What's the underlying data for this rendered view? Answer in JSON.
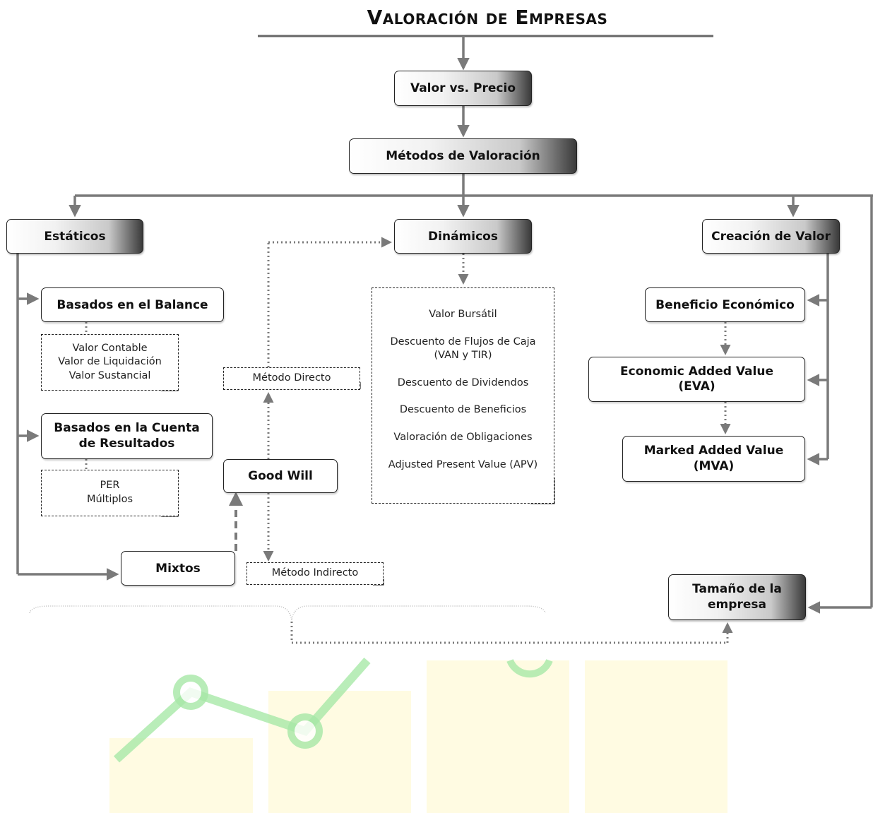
{
  "title": "Valoración de Empresas",
  "nodes": {
    "valor_precio": "Valor vs. Precio",
    "metodos": "Métodos de Valoración",
    "estaticos": "Estáticos",
    "dinamicos": "Dinámicos",
    "creacion": "Creación de Valor",
    "balance": "Basados en el Balance",
    "cuenta": [
      "Basados en la Cuenta",
      "de Resultados"
    ],
    "good_will": "Good Will",
    "mixtos": "Mixtos",
    "beneficio": "Beneficio Económico",
    "eva": [
      "Economic Added Value",
      "(EVA)"
    ],
    "mva": [
      "Marked Added Value",
      "(MVA)"
    ],
    "tamano": [
      "Tamaño de la",
      "empresa"
    ]
  },
  "notes": {
    "balance_items": [
      "Valor Contable",
      "Valor de Liquidación",
      "Valor Sustancial"
    ],
    "cuenta_items": [
      "PER",
      "Múltiplos"
    ],
    "metodo_directo": "Método Directo",
    "metodo_indirecto": "Método Indirecto",
    "dinamicos_items": [
      "Valor Bursátil",
      "Descuento de Flujos de Caja",
      "(VAN y TIR)",
      "Descuento de Dividendos",
      "Descuento de Beneficios",
      "Valoración de Obligaciones",
      "Adjusted Present Value (APV)"
    ]
  },
  "colors": {
    "line": "#7a7a7a",
    "box_dark": "#3a3a3a",
    "watermark_yellow": "#fffbe0",
    "watermark_green": "#9be39b"
  }
}
